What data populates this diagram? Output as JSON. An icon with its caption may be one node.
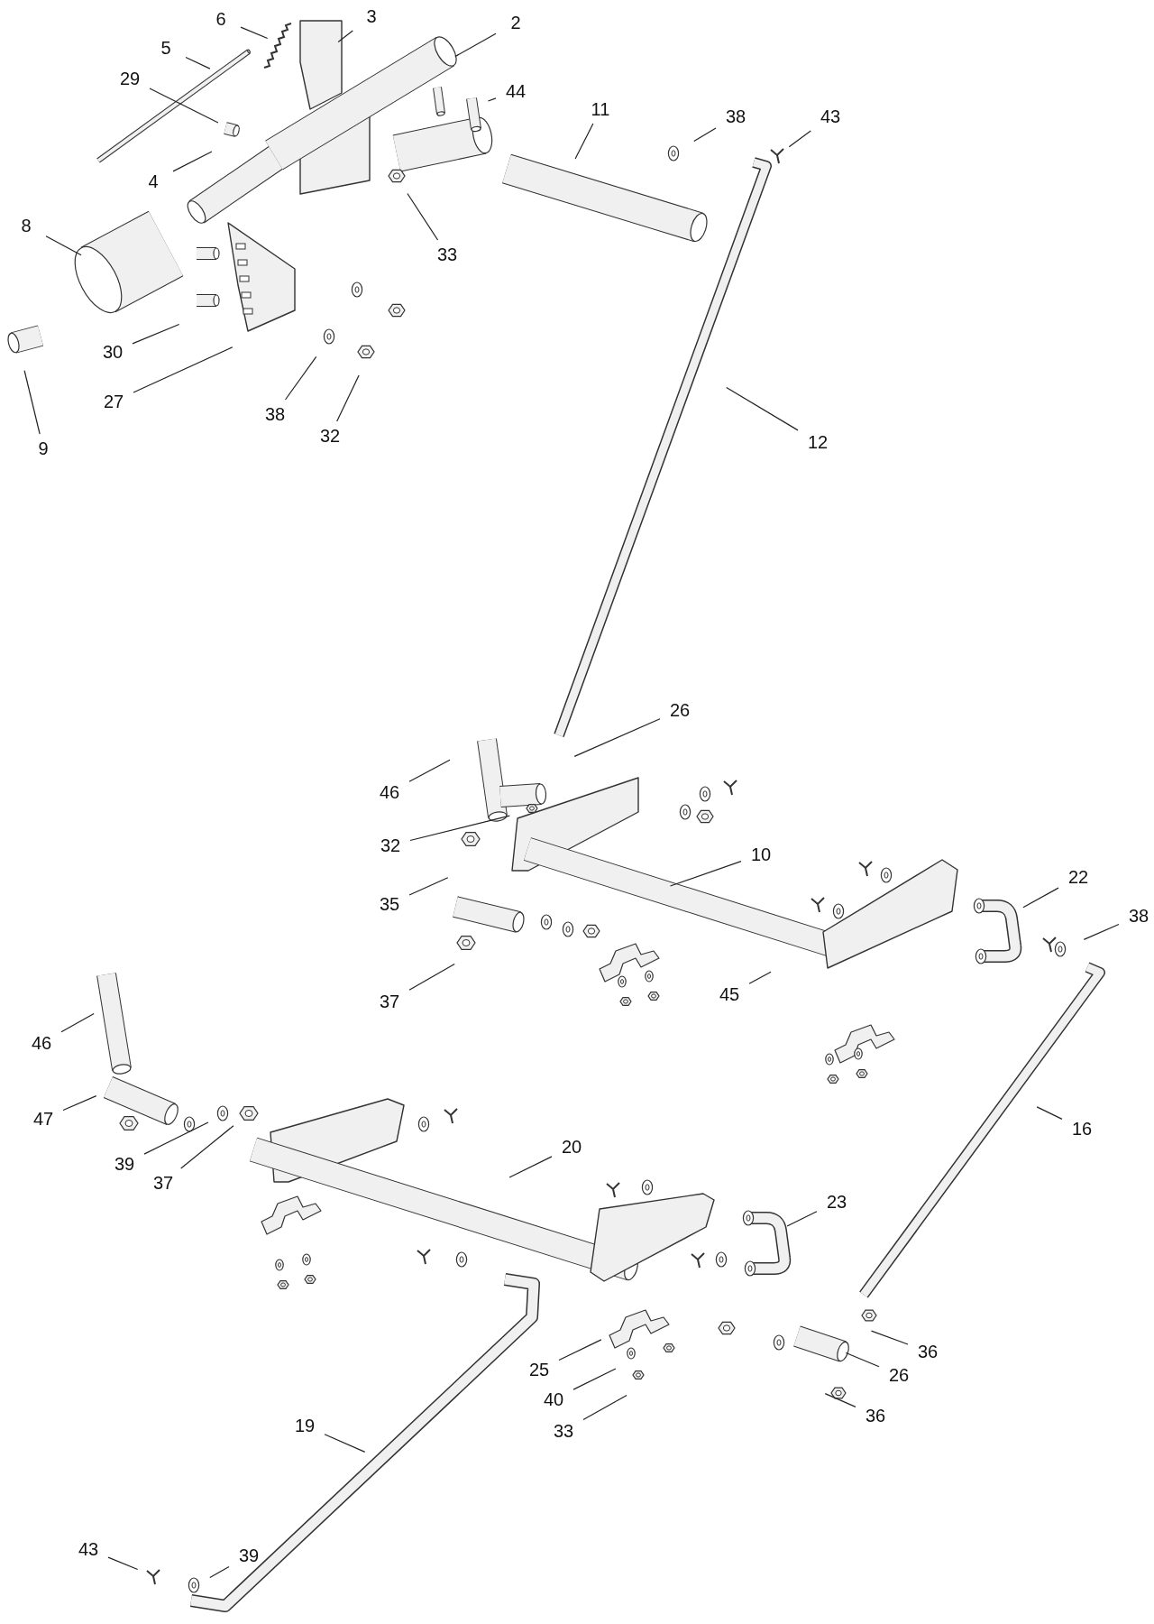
{
  "diagram": {
    "nodes": [
      {
        "text": [
          "6"
        ]
      },
      {
        "text": [
          "3"
        ]
      },
      {
        "text": [
          "2"
        ]
      },
      {
        "text": [
          "5"
        ]
      },
      {
        "text": [
          "29"
        ]
      },
      {
        "text": [
          "44"
        ]
      },
      {
        "text": [
          "11"
        ]
      },
      {
        "text": [
          "38"
        ]
      },
      {
        "text": [
          "43"
        ]
      },
      {
        "text": [
          "4"
        ]
      },
      {
        "text": [
          "8"
        ]
      },
      {
        "text": [
          "33"
        ]
      },
      {
        "text": [
          "30"
        ]
      },
      {
        "text": [
          "27"
        ]
      },
      {
        "text": [
          "38"
        ]
      },
      {
        "text": [
          "32"
        ]
      },
      {
        "text": [
          "9"
        ]
      },
      {
        "text": [
          "12"
        ]
      },
      {
        "text": [
          "26"
        ]
      },
      {
        "text": [
          "46"
        ]
      },
      {
        "text": [
          "32"
        ]
      },
      {
        "text": [
          "10"
        ]
      },
      {
        "text": [
          "35"
        ]
      },
      {
        "text": [
          "22"
        ]
      },
      {
        "text": [
          "38"
        ]
      },
      {
        "text": [
          "37"
        ]
      },
      {
        "text": [
          "45"
        ]
      },
      {
        "text": [
          "46"
        ]
      },
      {
        "text": [
          "47"
        ]
      },
      {
        "text": [
          "16"
        ]
      },
      {
        "text": [
          "39"
        ]
      },
      {
        "text": [
          "37"
        ]
      },
      {
        "text": [
          "20"
        ]
      },
      {
        "text": [
          "23"
        ]
      },
      {
        "text": [
          "36"
        ]
      },
      {
        "text": [
          "26"
        ]
      },
      {
        "text": [
          "19"
        ]
      },
      {
        "text": [
          "25"
        ]
      },
      {
        "text": [
          "36"
        ]
      },
      {
        "text": [
          "40"
        ]
      },
      {
        "text": [
          "33"
        ]
      },
      {
        "text": [
          "43"
        ]
      },
      {
        "text": [
          "39"
        ]
      }
    ],
    "edges": [
      {
        "from": 0,
        "to": null,
        "arrow": "none"
      },
      {
        "from": 1,
        "to": null,
        "arrow": "none"
      },
      {
        "from": 2,
        "to": null,
        "arrow": "none"
      },
      {
        "from": 3,
        "to": null,
        "arrow": "none"
      },
      {
        "from": 4,
        "to": null,
        "arrow": "none"
      },
      {
        "from": 5,
        "to": null,
        "arrow": "none"
      },
      {
        "from": 6,
        "to": null,
        "arrow": "none"
      },
      {
        "from": 7,
        "to": null,
        "arrow": "none"
      },
      {
        "from": 8,
        "to": null,
        "arrow": "none"
      },
      {
        "from": 9,
        "to": null,
        "arrow": "none"
      },
      {
        "from": 10,
        "to": null,
        "arrow": "none"
      },
      {
        "from": 11,
        "to": null,
        "arrow": "none"
      },
      {
        "from": 12,
        "to": null,
        "arrow": "none"
      },
      {
        "from": 13,
        "to": null,
        "arrow": "none"
      },
      {
        "from": 14,
        "to": null,
        "arrow": "none"
      },
      {
        "from": 15,
        "to": null,
        "arrow": "none"
      },
      {
        "from": 16,
        "to": null,
        "arrow": "none"
      },
      {
        "from": 17,
        "to": null,
        "arrow": "none"
      },
      {
        "from": 18,
        "to": null,
        "arrow": "none"
      },
      {
        "from": 19,
        "to": null,
        "arrow": "none"
      },
      {
        "from": 20,
        "to": null,
        "arrow": "none"
      },
      {
        "from": 21,
        "to": null,
        "arrow": "none"
      },
      {
        "from": 22,
        "to": null,
        "arrow": "none"
      },
      {
        "from": 23,
        "to": null,
        "arrow": "none"
      },
      {
        "from": 24,
        "to": null,
        "arrow": "none"
      },
      {
        "from": 25,
        "to": null,
        "arrow": "none"
      },
      {
        "from": 26,
        "to": null,
        "arrow": "none"
      },
      {
        "from": 27,
        "to": null,
        "arrow": "none"
      },
      {
        "from": 28,
        "to": null,
        "arrow": "none"
      },
      {
        "from": 29,
        "to": null,
        "arrow": "none"
      },
      {
        "from": 30,
        "to": null,
        "arrow": "none"
      },
      {
        "from": 31,
        "to": null,
        "arrow": "none"
      },
      {
        "from": 32,
        "to": null,
        "arrow": "none"
      },
      {
        "from": 33,
        "to": null,
        "arrow": "none"
      },
      {
        "from": 34,
        "to": null,
        "arrow": "none"
      },
      {
        "from": 35,
        "to": null,
        "arrow": "none"
      },
      {
        "from": 36,
        "to": null,
        "arrow": "none"
      },
      {
        "from": 37,
        "to": null,
        "arrow": "none"
      },
      {
        "from": 38,
        "to": null,
        "arrow": "none"
      },
      {
        "from": 39,
        "to": null,
        "arrow": "none"
      },
      {
        "from": 40,
        "to": null,
        "arrow": "none"
      },
      {
        "from": 41,
        "to": null,
        "arrow": "none"
      },
      {
        "from": 42,
        "to": null,
        "arrow": "none"
      }
    ]
  }
}
